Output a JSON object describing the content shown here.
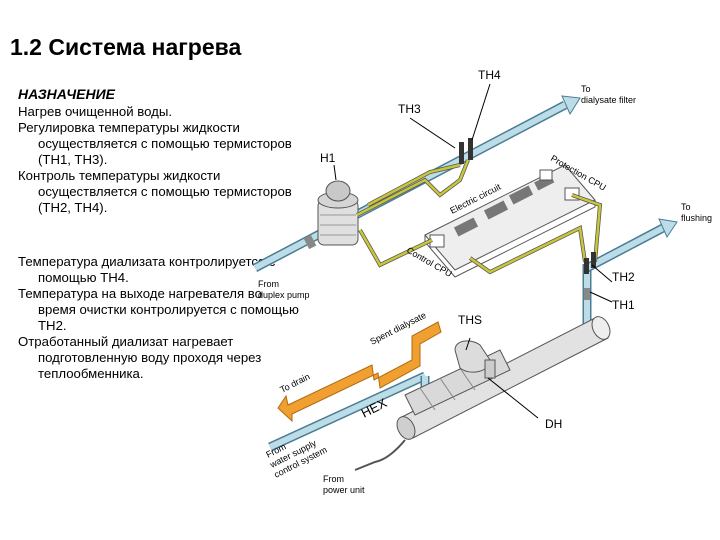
{
  "title": "1.2 Система нагрева",
  "text": {
    "heading": "НАЗНАЧЕНИЕ",
    "p1": "Нагрев очищенной воды.",
    "p2": "Регулировка температуры жидкости осуществляется с помощью термисторов (TH1, TH3).",
    "p3": "Контроль температуры жидкости осуществляется с помощью термисторов (TH2, TH4).",
    "p4": "Температура диализата контролируется с помощью TH4.",
    "p5": "Температура на выходе нагревателя во время очистки контролируется с помощью TH2.",
    "p6": "Отработанный диализат нагревает подготовленную воду проходя через теплообменника."
  },
  "diagram": {
    "th4": "TH4",
    "th3": "TH3",
    "h1": "H1",
    "to_dialysate_1": "To",
    "to_dialysate_2": "dialysate filter",
    "protection_cpu": "Protection CPU",
    "electric_circuit": "Electric circuit",
    "control_cpu": "Control CPU",
    "to_flushing_1": "To",
    "to_flushing_2": "flushing",
    "th2": "TH2",
    "th1": "TH1",
    "from_duplex_1": "From",
    "from_duplex_2": "duplex pump",
    "ths": "THS",
    "spent_dialysate": "Spent dialysate",
    "to_drain": "To drain",
    "hex": "HEX",
    "dh": "DH",
    "from_water_1": "From",
    "from_water_2": "water supply",
    "from_water_3": "control system",
    "from_power_1": "From",
    "from_power_2": "power unit"
  },
  "colors": {
    "pipe_fill": "#bcdde8",
    "pipe_stroke": "#4a7d94",
    "wire": "#c9c63a",
    "drain": "#f0a030",
    "drain_stroke": "#b06a10",
    "board": "#e8e8e8"
  }
}
